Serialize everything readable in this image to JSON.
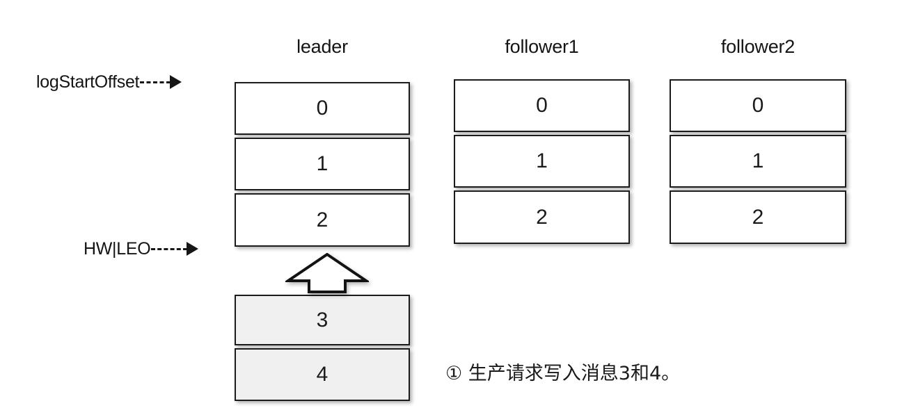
{
  "diagram": {
    "title_row": [
      {
        "id": "leader",
        "label": "leader"
      },
      {
        "id": "follower1",
        "label": "follower1"
      },
      {
        "id": "follower2",
        "label": "follower2"
      }
    ],
    "columns": [
      {
        "id": "leader",
        "label": "leader",
        "cells": [
          "0",
          "1",
          "2"
        ]
      },
      {
        "id": "follower1",
        "label": "follower1",
        "cells": [
          "0",
          "1",
          "2"
        ]
      },
      {
        "id": "follower2",
        "label": "follower2",
        "cells": [
          "0",
          "1",
          "2"
        ]
      }
    ],
    "pending_column": {
      "id": "incoming-messages",
      "cells": [
        "3",
        "4"
      ],
      "fill_color": "#f0f0f0"
    },
    "pointers": [
      {
        "id": "log-start-offset",
        "label": "logStartOffset"
      },
      {
        "id": "hw-leo",
        "label": "HW|LEO"
      }
    ],
    "caption": "① 生产请求写入消息3和4。",
    "colors": {
      "background": "#ffffff",
      "box_fill": "#ffffff",
      "pending_fill": "#f0f0f0",
      "stroke": "#1b1b1b",
      "text": "#141414"
    }
  }
}
